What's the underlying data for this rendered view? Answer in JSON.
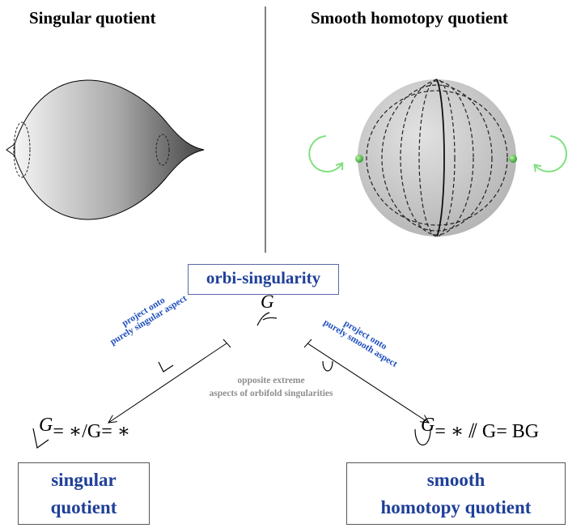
{
  "headings": {
    "left": "Singular quotient",
    "right": "Smooth homotopy quotient"
  },
  "center_box": {
    "label": "orbi-singularity",
    "symbol": "G"
  },
  "left_arrow_label": {
    "line1": "project onto",
    "line2": "purely singular aspect"
  },
  "right_arrow_label": {
    "line1": "project onto",
    "line2": "purely smooth aspect"
  },
  "middle_note": {
    "line1": "opposite extreme",
    "line2": "aspects of orbifold singularities"
  },
  "formula_left": {
    "G": "G",
    "rest": "= ∗/G= ∗"
  },
  "formula_right": {
    "G": "G",
    "rest": "= ∗ ⫽ G= BG"
  },
  "bottom_left_box": {
    "line1": "singular",
    "line2": "quotient"
  },
  "bottom_right_box": {
    "line1": "smooth",
    "line2": "homotopy quotient"
  },
  "colors": {
    "blue_text": "#1f3f99",
    "arrow_label_blue": "#1f4fbf",
    "green_rotation": "#7fe07f",
    "note_grey": "#8e8e8e"
  }
}
